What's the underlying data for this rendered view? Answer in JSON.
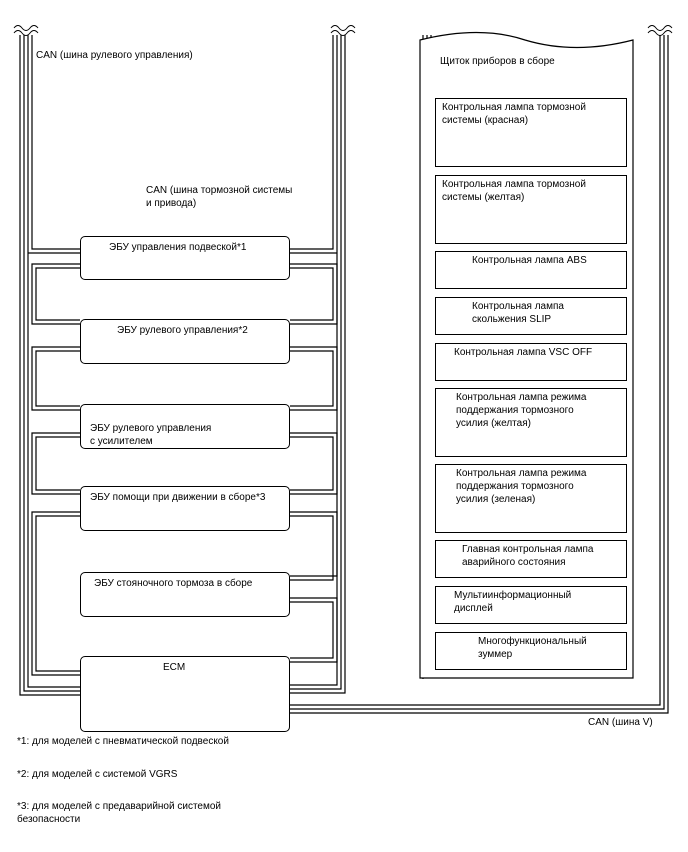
{
  "labels": {
    "can_steering": "CAN (шина рулевого управления)",
    "can_brake": "CAN (шина тормозной системы\nи привода)",
    "can_v": "CAN (шина V)",
    "meter_title": "Щиток приборов в сборе"
  },
  "ecus": [
    {
      "name": "ЭБУ управления подвеской*1"
    },
    {
      "name": "ЭБУ рулевого управления*2"
    },
    {
      "name": "ЭБУ рулевого управления\nс усилителем"
    },
    {
      "name": "ЭБУ помощи при движении в сборе*3"
    },
    {
      "name": "ЭБУ стояночного тормоза в сборе"
    },
    {
      "name": "ECM"
    }
  ],
  "lamps": [
    {
      "name": "Контрольная лампа тормозной\nсистемы (красная)"
    },
    {
      "name": "Контрольная лампа тормозной\nсистемы (желтая)"
    },
    {
      "name": "Контрольная лампа ABS"
    },
    {
      "name": "Контрольная лампа\nскольжения SLIP"
    },
    {
      "name": "Контрольная лампа VSC OFF"
    },
    {
      "name": "Контрольная лампа режима\nподдержания тормозного\nусилия (желтая)"
    },
    {
      "name": "Контрольная лампа режима\nподдержания тормозного\nусилия (зеленая)"
    },
    {
      "name": "Главная контрольная лампа\nаварийного состояния"
    },
    {
      "name": "Мультиинформационный\nдисплей"
    },
    {
      "name": "Многофункциональный\nзуммер"
    }
  ],
  "footnotes": [
    {
      "text": "*1: для моделей с пневматической подвеской"
    },
    {
      "text": "*2: для моделей с системой VGRS"
    },
    {
      "text": "*3: для моделей с предаварийной системой\nбезопасности"
    }
  ]
}
